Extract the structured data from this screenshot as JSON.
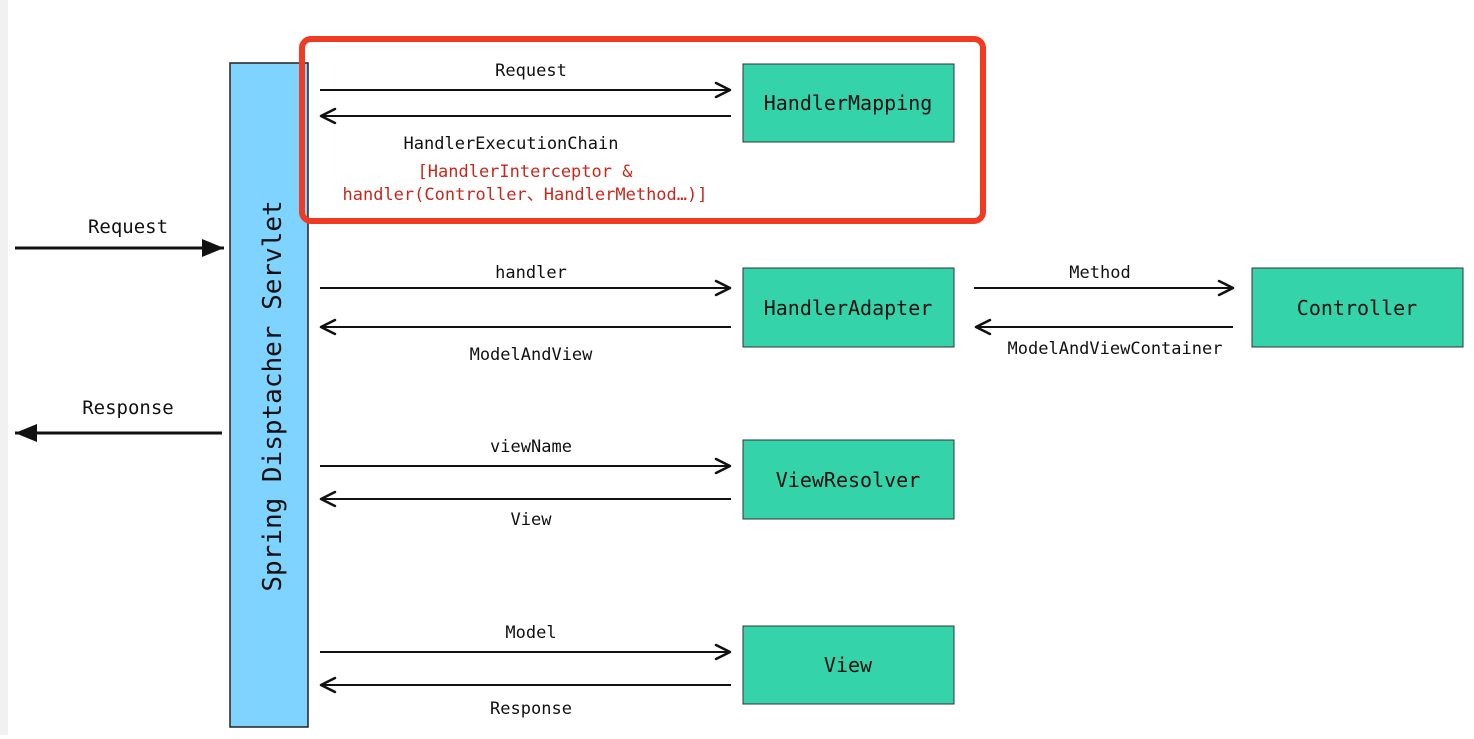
{
  "colors": {
    "servlet_fill": "#7fd3ff",
    "component_fill": "#35d3a9",
    "highlight_border": "#f03a21",
    "annotation_text": "#c8281c",
    "line": "#111111"
  },
  "servlet": {
    "label": "Spring Disptacher Servlet"
  },
  "external": {
    "request_label": "Request",
    "response_label": "Response"
  },
  "components": {
    "handler_mapping": "HandlerMapping",
    "handler_adapter": "HandlerAdapter",
    "controller": "Controller",
    "view_resolver": "ViewResolver",
    "view": "View"
  },
  "flows": {
    "mapping_request": "Request",
    "mapping_response": "HandlerExecutionChain",
    "mapping_detail_line1": "[HandlerInterceptor &",
    "mapping_detail_line2": "handler(Controller、HandlerMethod…)]",
    "adapter_request": "handler",
    "adapter_response": "ModelAndView",
    "controller_request": "Method",
    "controller_response": "ModelAndViewContainer",
    "resolver_request": "viewName",
    "resolver_response": "View",
    "view_request": "Model",
    "view_response": "Response"
  }
}
